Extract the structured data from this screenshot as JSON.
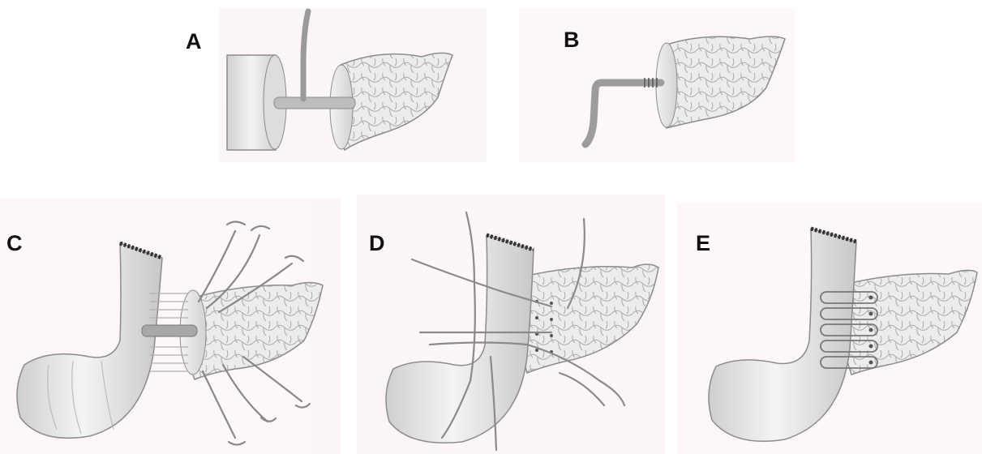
{
  "panels": [
    {
      "id": "A",
      "label": "A"
    },
    {
      "id": "B",
      "label": "B"
    },
    {
      "id": "C",
      "label": "C"
    },
    {
      "id": "D",
      "label": "D"
    },
    {
      "id": "E",
      "label": "E"
    }
  ],
  "colors": {
    "organ_fill": "#e9e9e9",
    "organ_shade": "#bdbdbd",
    "outline": "#8c8c8c",
    "lobule_lines": "#a7a7a7",
    "suture": "#7a7a7a",
    "stent": "#a3a3a3",
    "label": "#111111",
    "background_tint": "#fbecec"
  },
  "icons": [
    "pancreas-remnant",
    "jejunal-loop",
    "pancreatic-stent",
    "suture-thread"
  ]
}
